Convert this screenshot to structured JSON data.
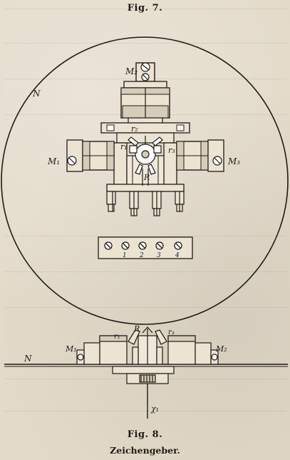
{
  "figure7": {
    "title": "Fig. 7.",
    "labels": {
      "N": "N",
      "M2": "M₂",
      "M1": "M₁",
      "M3": "M₃",
      "r1": "r₁",
      "r2": "r₂",
      "r3": "r₃",
      "R": "R"
    },
    "terminals": [
      "1",
      "2",
      "3",
      "4"
    ]
  },
  "figure8": {
    "title": "Fig. 8.",
    "labels": {
      "N": "N",
      "R": "R",
      "r1": "r₁",
      "r3": "r₃",
      "M1": "M₁",
      "M2": "M₂",
      "x1": "χ₁"
    }
  },
  "caption": "Zeichengeber."
}
